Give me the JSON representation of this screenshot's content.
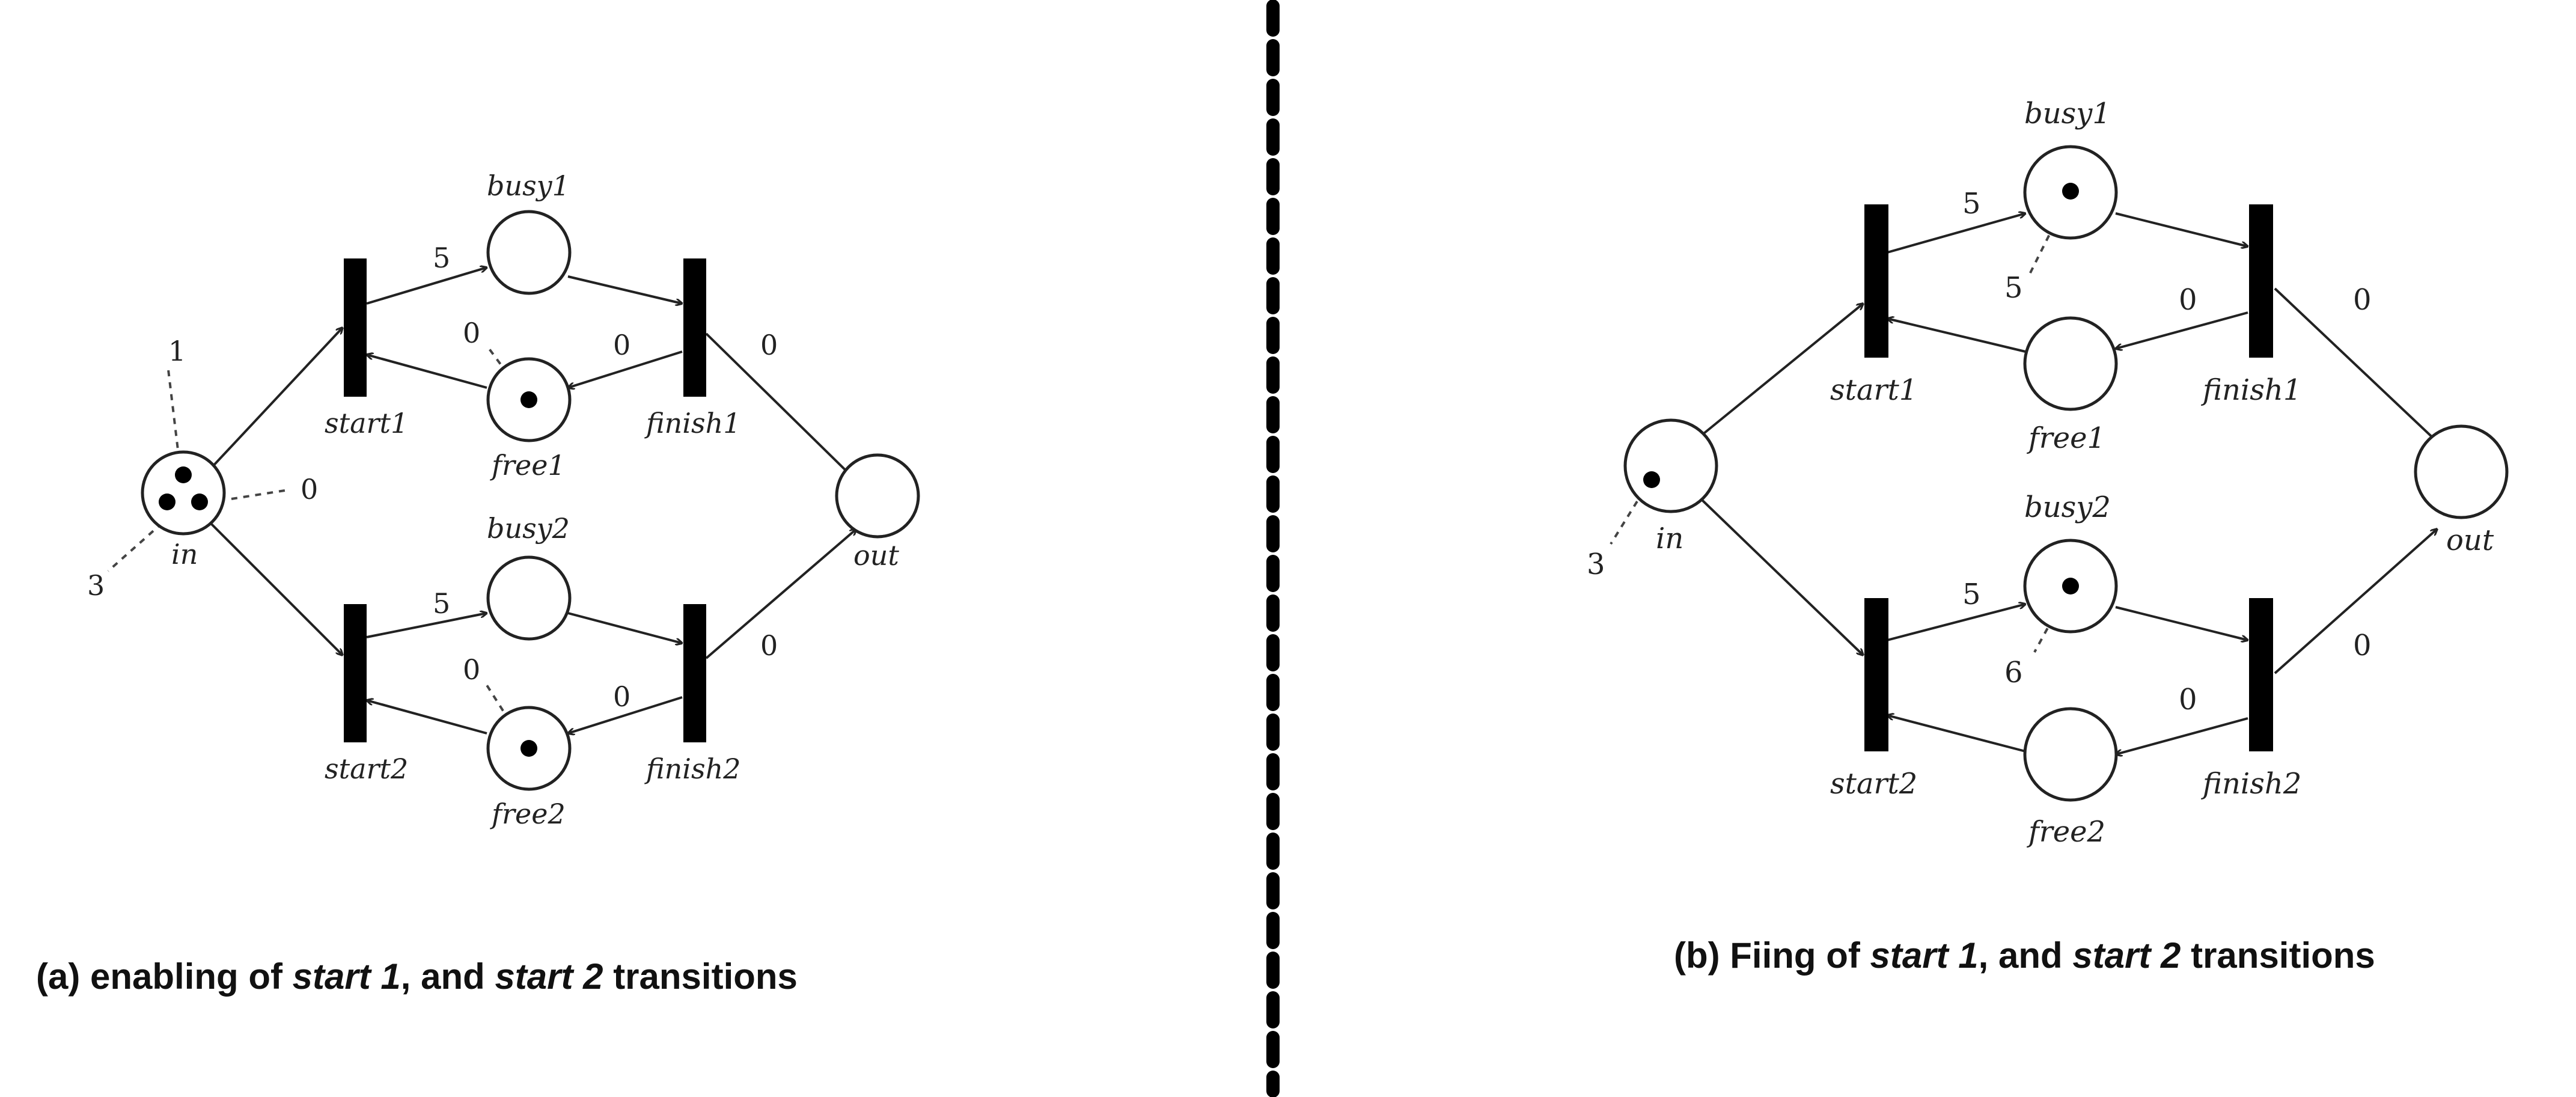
{
  "diagram_a": {
    "caption": {
      "prefix": "(a) enabling of ",
      "start1": "start 1",
      "middle": ", and ",
      "start2": "start 2",
      "suffix": " transitions"
    },
    "places": {
      "in": "in",
      "busy1": "busy1",
      "free1": "free1",
      "busy2": "busy2",
      "free2": "free2",
      "out": "out"
    },
    "transitions": {
      "start1": "start1",
      "finish1": "finish1",
      "start2": "start2",
      "finish2": "finish2"
    },
    "tokens": {
      "in": 3,
      "busy1": 0,
      "free1": 1,
      "busy2": 0,
      "free2": 1,
      "out": 0
    },
    "annotations": {
      "in_top": "1",
      "in_right": "0",
      "in_bottom": "3",
      "w_start1_busy1": "5",
      "w_start2_busy2": "5",
      "free1_tag": "0",
      "free2_tag": "0",
      "w_finish1_free1": "0",
      "w_finish2_free2": "0",
      "w_finish1_out": "0",
      "w_finish2_out": "0"
    }
  },
  "diagram_b": {
    "caption": {
      "prefix": "(b) Fiing of ",
      "start1": "start 1",
      "middle": ", and ",
      "start2": "start 2",
      "suffix": " transitions"
    },
    "places": {
      "in": "in",
      "busy1": "busy1",
      "free1": "free1",
      "busy2": "busy2",
      "free2": "free2",
      "out": "out"
    },
    "transitions": {
      "start1": "start1",
      "finish1": "finish1",
      "start2": "start2",
      "finish2": "finish2"
    },
    "tokens": {
      "in": 1,
      "busy1": 1,
      "free1": 0,
      "busy2": 1,
      "free2": 0,
      "out": 0
    },
    "annotations": {
      "in_bottom": "3",
      "w_start1_busy1": "5",
      "w_start2_busy2": "5",
      "busy1_tag": "5",
      "busy2_tag": "6",
      "w_finish1_free1": "0",
      "w_finish2_free2": "0",
      "w_finish1_out": "0",
      "w_finish2_out": "0"
    }
  },
  "separator": {
    "style": "dashed-vertical"
  }
}
